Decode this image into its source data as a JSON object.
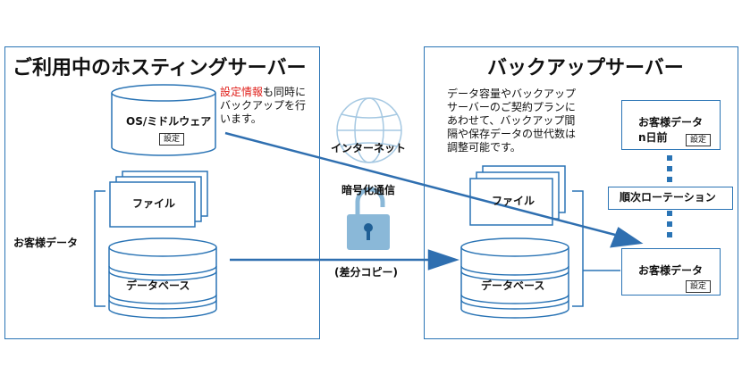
{
  "colors": {
    "accent": "#2a74b5",
    "highlight": "#e0201b",
    "arrow": "#2f6fb0"
  },
  "left": {
    "title": "ご利用中のホスティングサーバー",
    "settings_note_highlight": "設定情報",
    "settings_note_line1_rest": "も同時に",
    "settings_note_line2": "バックアップを行",
    "settings_note_line3": "います。",
    "os_label": "OS/ミドルウェア",
    "os_tag": "設定",
    "file_label": "ファイル",
    "customer_data_label": "お客様データ",
    "database_label": "データベース"
  },
  "middle": {
    "internet_label": "インターネット",
    "encrypted_label": "暗号化通信",
    "diff_copy_label": "(差分コピー)"
  },
  "right": {
    "title": "バックアップサーバー",
    "desc_line1": "データ容量やバックアップ",
    "desc_line2": "サーバーのご契約プランに",
    "desc_line3": "あわせて、バックアップ間",
    "desc_line4": "隔や保存データの世代数は",
    "desc_line5": "調整可能です。",
    "file_label": "ファイル",
    "database_label": "データベース",
    "gen_box_line1": "お客様データ",
    "gen_box_line2": "n日前",
    "gen_box_tag": "設定",
    "rotation_label": "順次ローテーション",
    "current_box_label": "お客様データ",
    "current_box_tag": "設定"
  }
}
